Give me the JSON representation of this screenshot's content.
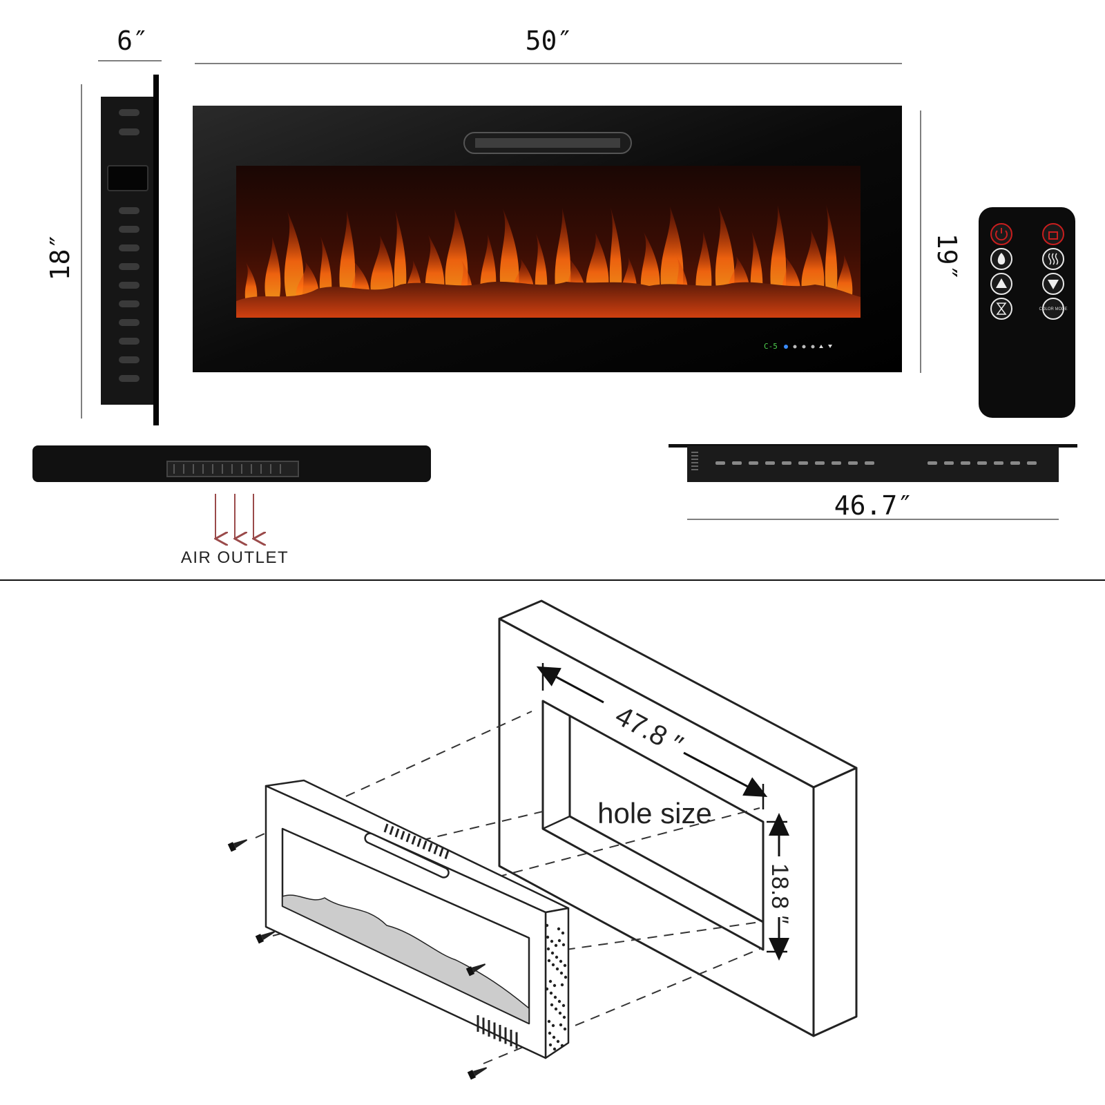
{
  "top": {
    "dimensions": {
      "side_depth": "6″",
      "front_width": "50″",
      "side_height": "18″",
      "front_height": "19″",
      "bottom_width": "46.7″"
    },
    "air_outlet_label": "AIR OUTLET",
    "control_panel": {
      "display": "C-5"
    },
    "remote": {
      "color_mode_label": "COLOR MODE",
      "buttons": [
        "power-icon",
        "lock-icon",
        "flame-icon",
        "heat-icon",
        "up-icon",
        "down-icon",
        "timer-icon",
        "color-mode"
      ]
    },
    "colors": {
      "frame": "#0b0b0b",
      "flame": "#ff7a10",
      "ember": "#b02a08",
      "arrow": "#9a4a4a",
      "power": "#c81e1e"
    }
  },
  "bottom": {
    "hole_label": "hole size",
    "hole_width": "47.8 ″",
    "hole_height": "18.8 ″"
  }
}
